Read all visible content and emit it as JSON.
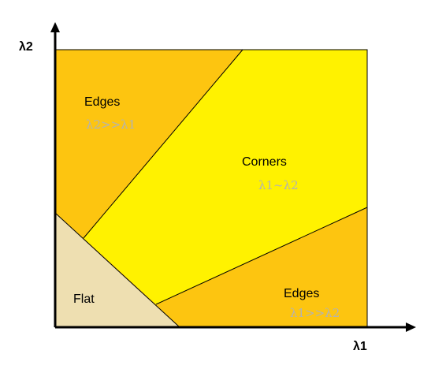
{
  "axes": {
    "x_label": "λ1",
    "y_label": "λ2"
  },
  "regions": {
    "edges_top": {
      "title": "Edges",
      "subtitle": "λ2>>λ1"
    },
    "corners": {
      "title": "Corners",
      "subtitle": "λ1~λ2"
    },
    "edges_bottom": {
      "title": "Edges",
      "subtitle": "λ1>>λ2"
    },
    "flat": {
      "title": "Flat"
    }
  },
  "colors": {
    "edges": "#FDC510",
    "corners": "#FFF200",
    "flat": "#EEDFB1",
    "axis": "#000000",
    "subtitle": "#B3B3B3"
  }
}
